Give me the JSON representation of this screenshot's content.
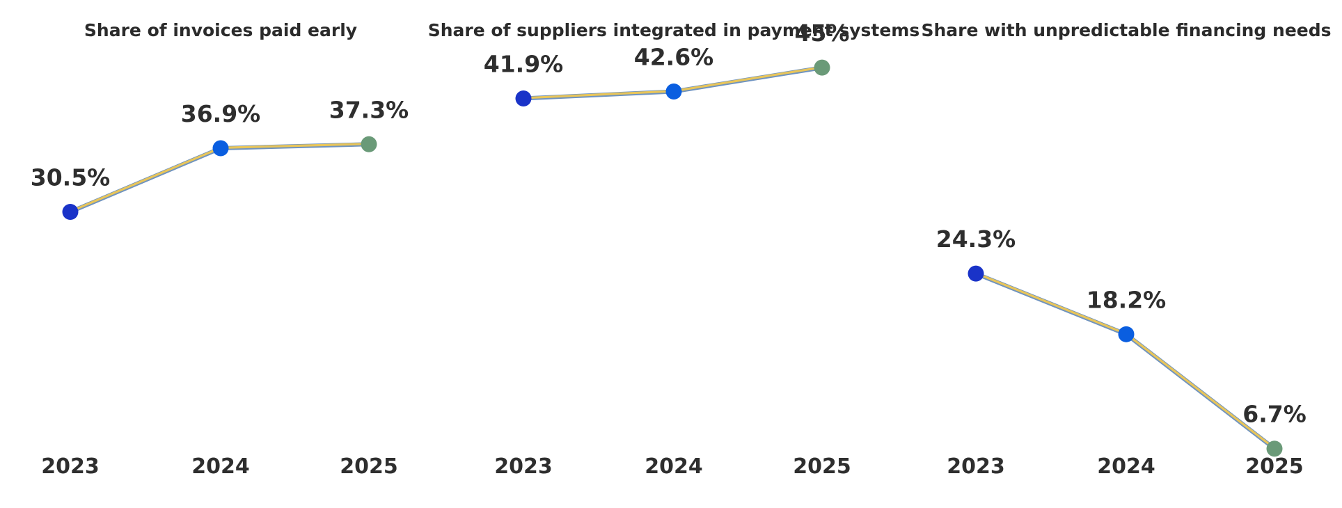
{
  "chart_data": [
    {
      "type": "line",
      "title": "Share of invoices paid early",
      "categories": [
        "2023",
        "2024",
        "2025"
      ],
      "values": [
        30.5,
        36.9,
        37.3
      ],
      "labels": [
        "30.5%",
        "36.9%",
        "37.3%"
      ],
      "xlabel": "",
      "ylabel": "",
      "grid": false
    },
    {
      "type": "line",
      "title": "Share of suppliers integrated in payment systems",
      "categories": [
        "2023",
        "2024",
        "2025"
      ],
      "values": [
        41.9,
        42.6,
        45
      ],
      "labels": [
        "41.9%",
        "42.6%",
        "45%"
      ],
      "xlabel": "",
      "ylabel": "",
      "grid": false
    },
    {
      "type": "line",
      "title": "Share with unpredictable financing needs",
      "categories": [
        "2023",
        "2024",
        "2025"
      ],
      "values": [
        24.3,
        18.2,
        6.7
      ],
      "labels": [
        "24.3%",
        "18.2%",
        "6.7%"
      ],
      "xlabel": "",
      "ylabel": "",
      "grid": false
    }
  ],
  "colors": {
    "point_2023": "#1a33c8",
    "point_2024": "#0a5ee0",
    "point_2025": "#6a9a78",
    "line_gold": "#e8c55a",
    "line_blue": "#6f93bf",
    "text": "#2e2e2e"
  }
}
